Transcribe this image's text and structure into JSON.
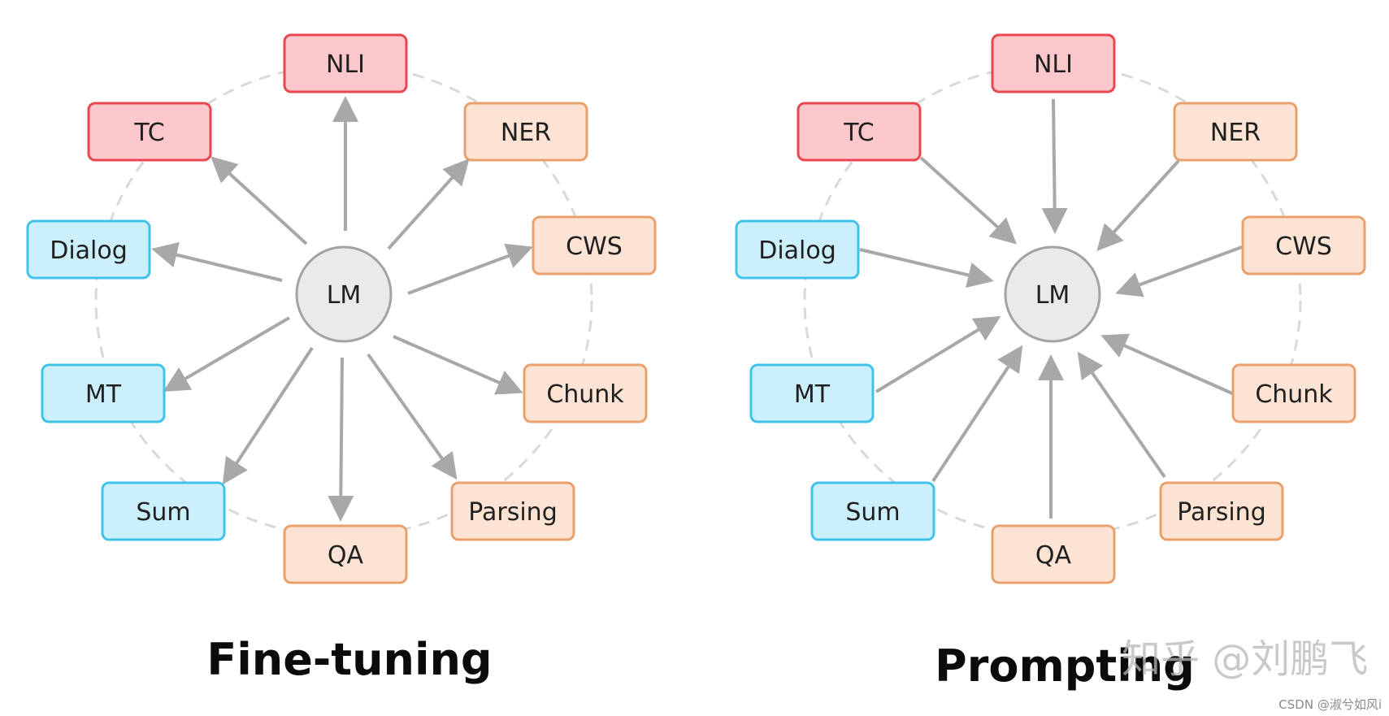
{
  "colors": {
    "red_fill": "#fdc8cc",
    "red_stroke": "#e8474f",
    "orange_fill": "#fce3d3",
    "orange_stroke": "#eaa06c",
    "blue_fill": "#ccf0fb",
    "blue_stroke": "#3fc3ea",
    "lm_fill": "#eaeaea",
    "lm_stroke": "#a3a3a3",
    "arrow": "#a8a8a8",
    "ring": "#d9d9d9"
  },
  "diagrams": [
    {
      "id": "finetuning",
      "caption": "Fine-tuning",
      "direction": "outward",
      "center": {
        "label": "LM"
      },
      "tasks": [
        {
          "label": "NLI",
          "group": "red"
        },
        {
          "label": "TC",
          "group": "red"
        },
        {
          "label": "NER",
          "group": "orange"
        },
        {
          "label": "CWS",
          "group": "orange"
        },
        {
          "label": "Chunk",
          "group": "orange"
        },
        {
          "label": "Parsing",
          "group": "orange"
        },
        {
          "label": "QA",
          "group": "orange"
        },
        {
          "label": "Dialog",
          "group": "blue"
        },
        {
          "label": "MT",
          "group": "blue"
        },
        {
          "label": "Sum",
          "group": "blue"
        }
      ]
    },
    {
      "id": "prompting",
      "caption": "Prompting",
      "direction": "inward",
      "center": {
        "label": "LM"
      },
      "tasks": [
        {
          "label": "NLI",
          "group": "red"
        },
        {
          "label": "TC",
          "group": "red"
        },
        {
          "label": "NER",
          "group": "orange"
        },
        {
          "label": "CWS",
          "group": "orange"
        },
        {
          "label": "Chunk",
          "group": "orange"
        },
        {
          "label": "Parsing",
          "group": "orange"
        },
        {
          "label": "QA",
          "group": "orange"
        },
        {
          "label": "Dialog",
          "group": "blue"
        },
        {
          "label": "MT",
          "group": "blue"
        },
        {
          "label": "Sum",
          "group": "blue"
        }
      ]
    }
  ],
  "watermark": {
    "zhihu": "知乎 @刘鹏飞",
    "csdn": "CSDN @淑兮如风i"
  }
}
